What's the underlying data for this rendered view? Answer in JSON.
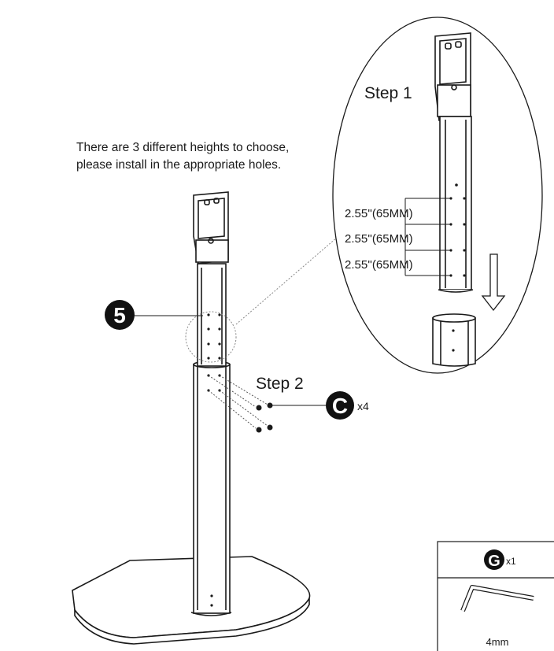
{
  "instruction": {
    "line1": "There are 3 different heights to choose,",
    "line2": "please install in the appropriate holes."
  },
  "steps": {
    "step1": "Step 1",
    "step2": "Step 2"
  },
  "measurements": [
    "2.55''(65MM)",
    "2.55''(65MM)",
    "2.55''(65MM)"
  ],
  "callouts": {
    "part_5": "5",
    "part_c": "C",
    "part_c_qty": "x4"
  },
  "tool_box": {
    "part": "G",
    "qty": "x1",
    "size": "4mm"
  }
}
